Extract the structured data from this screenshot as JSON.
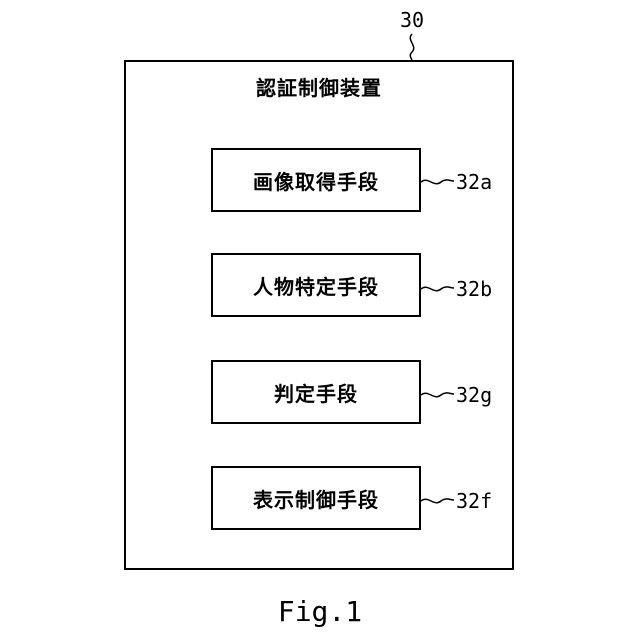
{
  "figure": {
    "ref_30": "30",
    "device_title": "認証制御装置",
    "fig_label": "Fig.1"
  },
  "means": [
    {
      "label": "画像取得手段",
      "ref": "32a"
    },
    {
      "label": "人物特定手段",
      "ref": "32b"
    },
    {
      "label": "判定手段",
      "ref": "32g"
    },
    {
      "label": "表示制御手段",
      "ref": "32f"
    }
  ]
}
